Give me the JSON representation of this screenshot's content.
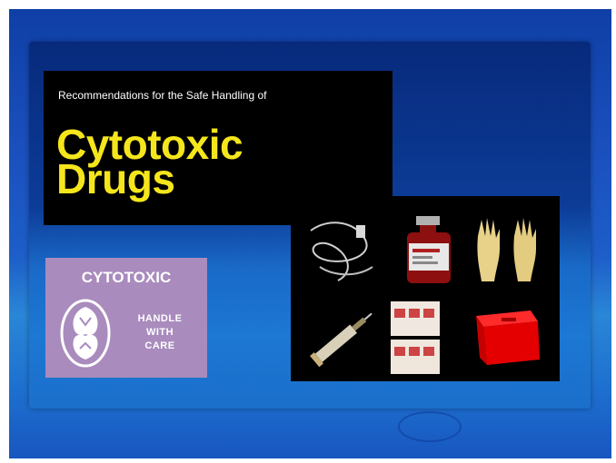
{
  "title_block": {
    "subtitle": "Recommendations for the Safe Handling of",
    "title_line1": "Cytotoxic",
    "title_line2": "Drugs"
  },
  "label_card": {
    "heading": "CYTOTOXIC",
    "care_line1": "HANDLE",
    "care_line2": "WITH",
    "care_line3": "CARE"
  },
  "colors": {
    "background_blue": "#1a4fbc",
    "title_yellow": "#f5e61c",
    "label_purple": "#a98bbd"
  },
  "photo_items": [
    "iv-tubing-icon",
    "drug-vial-icon",
    "gloves-icon",
    "syringe-icon",
    "pad-packets-icon",
    "sharps-container-icon"
  ]
}
